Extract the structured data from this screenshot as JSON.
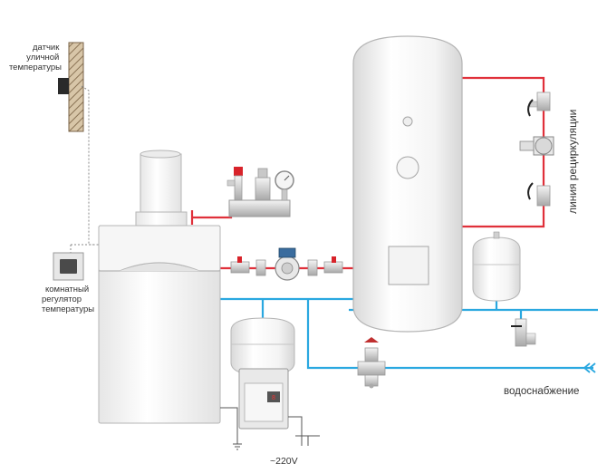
{
  "labels": {
    "outdoor_sensor": [
      "датчик",
      "уличной",
      "температуры"
    ],
    "room_regulator": [
      "комнатный",
      "регулятор",
      "температуры"
    ],
    "recirculation_line": "линия рециркуляции",
    "water_supply": "водоснабжение",
    "power": "~220V"
  },
  "colors": {
    "hot_line": "#e0303a",
    "cold_line": "#2aa8e0",
    "wiring": "#777777",
    "equipment_fill": "#f2f2f2",
    "equipment_stroke": "#b5b5b5",
    "fitting_metal": "#d2d2d2"
  },
  "components": [
    "outdoor-temperature-sensor",
    "room-temperature-regulator",
    "gas-boiler",
    "chimney",
    "safety-group",
    "circulation-pump",
    "indirect-water-heater-tank",
    "recirculation-pump",
    "dhw-expansion-tank",
    "heating-expansion-tank",
    "pressure-reducer-filter",
    "drain-valve",
    "power-supply-stabilizer"
  ]
}
